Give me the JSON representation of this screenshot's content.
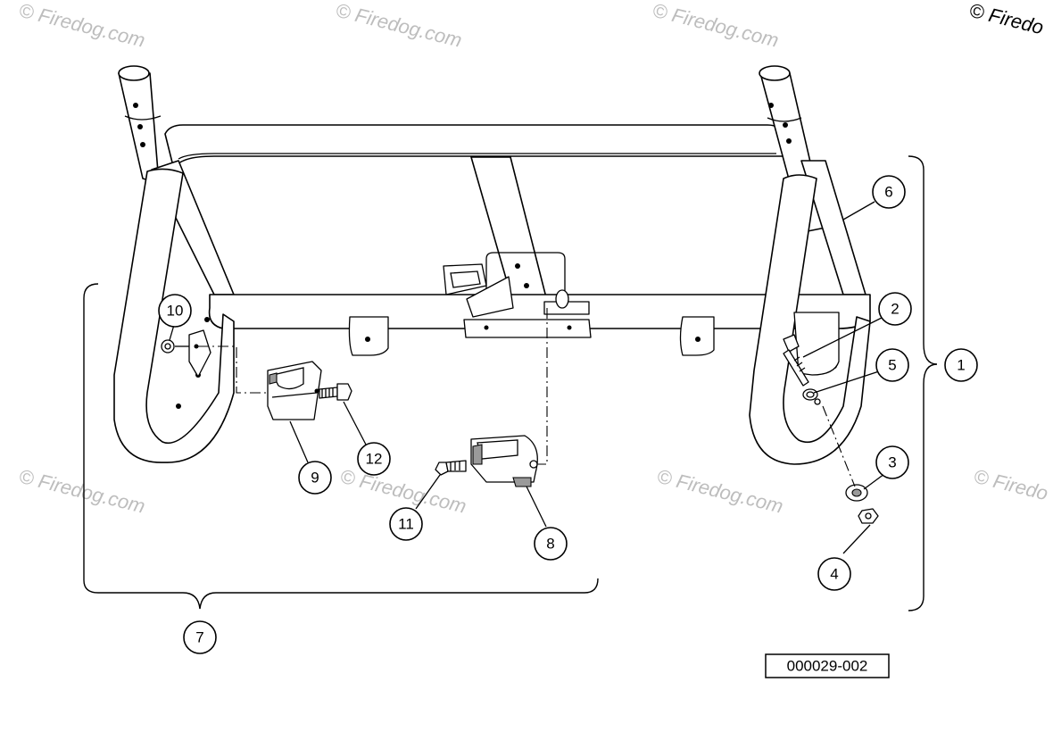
{
  "watermark": {
    "text": "© Firedog.com",
    "corner_text": "© Firedo"
  },
  "callouts": [
    "1",
    "2",
    "3",
    "4",
    "5",
    "6",
    "7",
    "8",
    "9",
    "10",
    "11",
    "12"
  ],
  "drawing_number": "000029-002"
}
